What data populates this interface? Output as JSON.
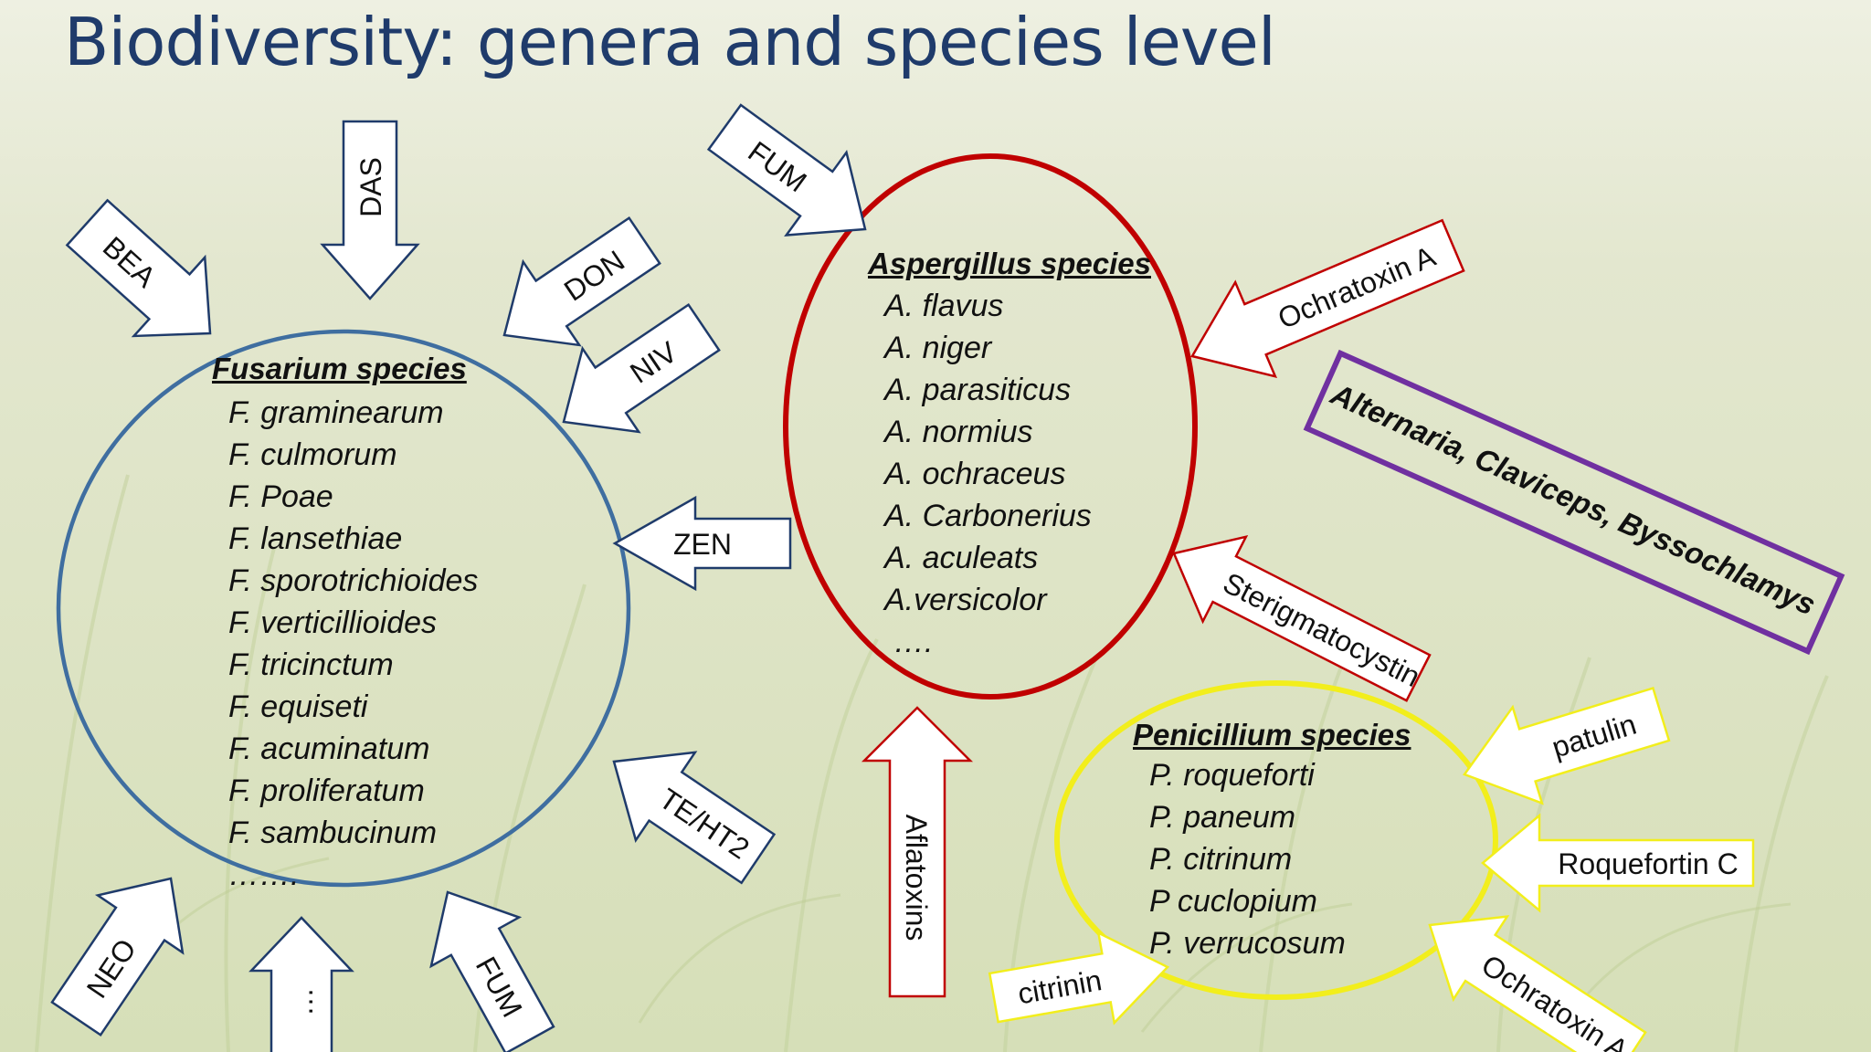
{
  "title": "Biodiversity: genera and species level",
  "colors": {
    "title": "#1f3b6b",
    "fusarium": "#3f6ea0",
    "aspergillus": "#c00000",
    "penicillium": "#f2ee1c",
    "other_genera": "#7030a0",
    "arrow_black": "#1f3b6b"
  },
  "fusarium": {
    "heading": "Fusarium  species",
    "species": [
      "F. graminearum",
      "F. culmorum",
      "F. Poae",
      "F. lansethiae",
      "F. sporotrichioides",
      "F. verticillioides",
      "F. tricinctum",
      "F. equiseti",
      "F. acuminatum",
      "F. proliferatum",
      "F. sambucinum",
      "……."
    ],
    "toxins": [
      "DAS",
      "BEA",
      "DON",
      "NIV",
      "ZEN",
      "TE/HT2",
      "FUM",
      "…",
      "NEO"
    ]
  },
  "aspergillus": {
    "heading": "Aspergillus species",
    "species": [
      "A. flavus",
      "A. niger",
      "A. parasiticus",
      "A. normius",
      "A. ochraceus",
      "A. Carbonerius",
      "A. aculeats",
      "A.versicolor",
      "…."
    ],
    "toxins": [
      "FUM",
      "Ochratoxin A",
      "Sterigmatocystin",
      "Aflatoxins"
    ]
  },
  "penicillium": {
    "heading": "Penicillium species",
    "species": [
      "P. roqueforti",
      "P. paneum",
      "P. citrinum",
      "P cuclopium",
      "P. verrucosum"
    ],
    "toxins": [
      "patulin",
      "Roquefortin C",
      "Ochratoxin A",
      "citrinin"
    ]
  },
  "other_genera": "Alternaria, Claviceps, Byssochlamys"
}
